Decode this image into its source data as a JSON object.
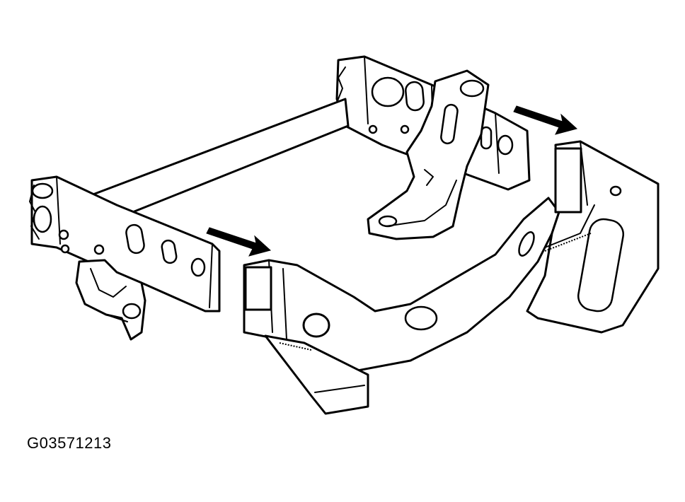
{
  "figure": {
    "id_label": "G03571213"
  },
  "colors": {
    "line": "#000000",
    "background": "#ffffff"
  },
  "annotations": [
    {
      "name": "arrow-left",
      "direction": "down-right"
    },
    {
      "name": "arrow-right",
      "direction": "down-right"
    }
  ]
}
